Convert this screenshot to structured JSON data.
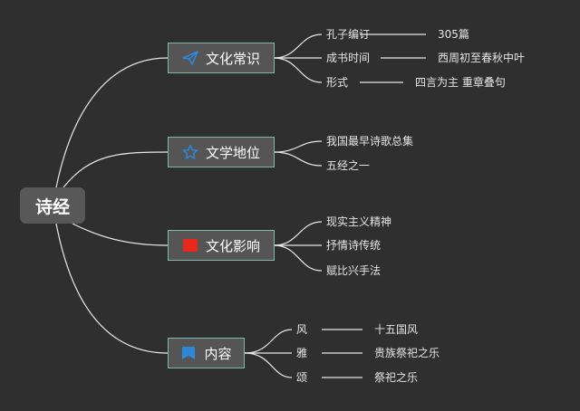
{
  "root": {
    "label": "诗经"
  },
  "branches": [
    {
      "label": "文化常识",
      "icon": "paper-plane-icon",
      "items": [
        {
          "label": "孔子编订",
          "value": "305篇"
        },
        {
          "label": "成书时间",
          "value": "西周初至春秋中叶"
        },
        {
          "label": "形式",
          "value": "四言为主 重章叠句"
        }
      ]
    },
    {
      "label": "文学地位",
      "icon": "star-icon",
      "items": [
        {
          "label": "我国最早诗歌总集"
        },
        {
          "label": "五经之一"
        }
      ]
    },
    {
      "label": "文化影响",
      "icon": "red-square-icon",
      "items": [
        {
          "label": "现实主义精神"
        },
        {
          "label": "抒情诗传统"
        },
        {
          "label": "赋比兴手法"
        }
      ]
    },
    {
      "label": "内容",
      "icon": "blue-flag-icon",
      "items": [
        {
          "label": "风",
          "value": "十五国风"
        },
        {
          "label": "雅",
          "value": "贵族祭祀之乐"
        },
        {
          "label": "颂",
          "value": "祭祀之乐"
        }
      ]
    }
  ],
  "colors": {
    "background": "#2f2f2f",
    "line": "#e8e8e8",
    "branch_border": "#7fb8ad",
    "icon_blue": "#2e86d6",
    "icon_red": "#e8281c"
  }
}
